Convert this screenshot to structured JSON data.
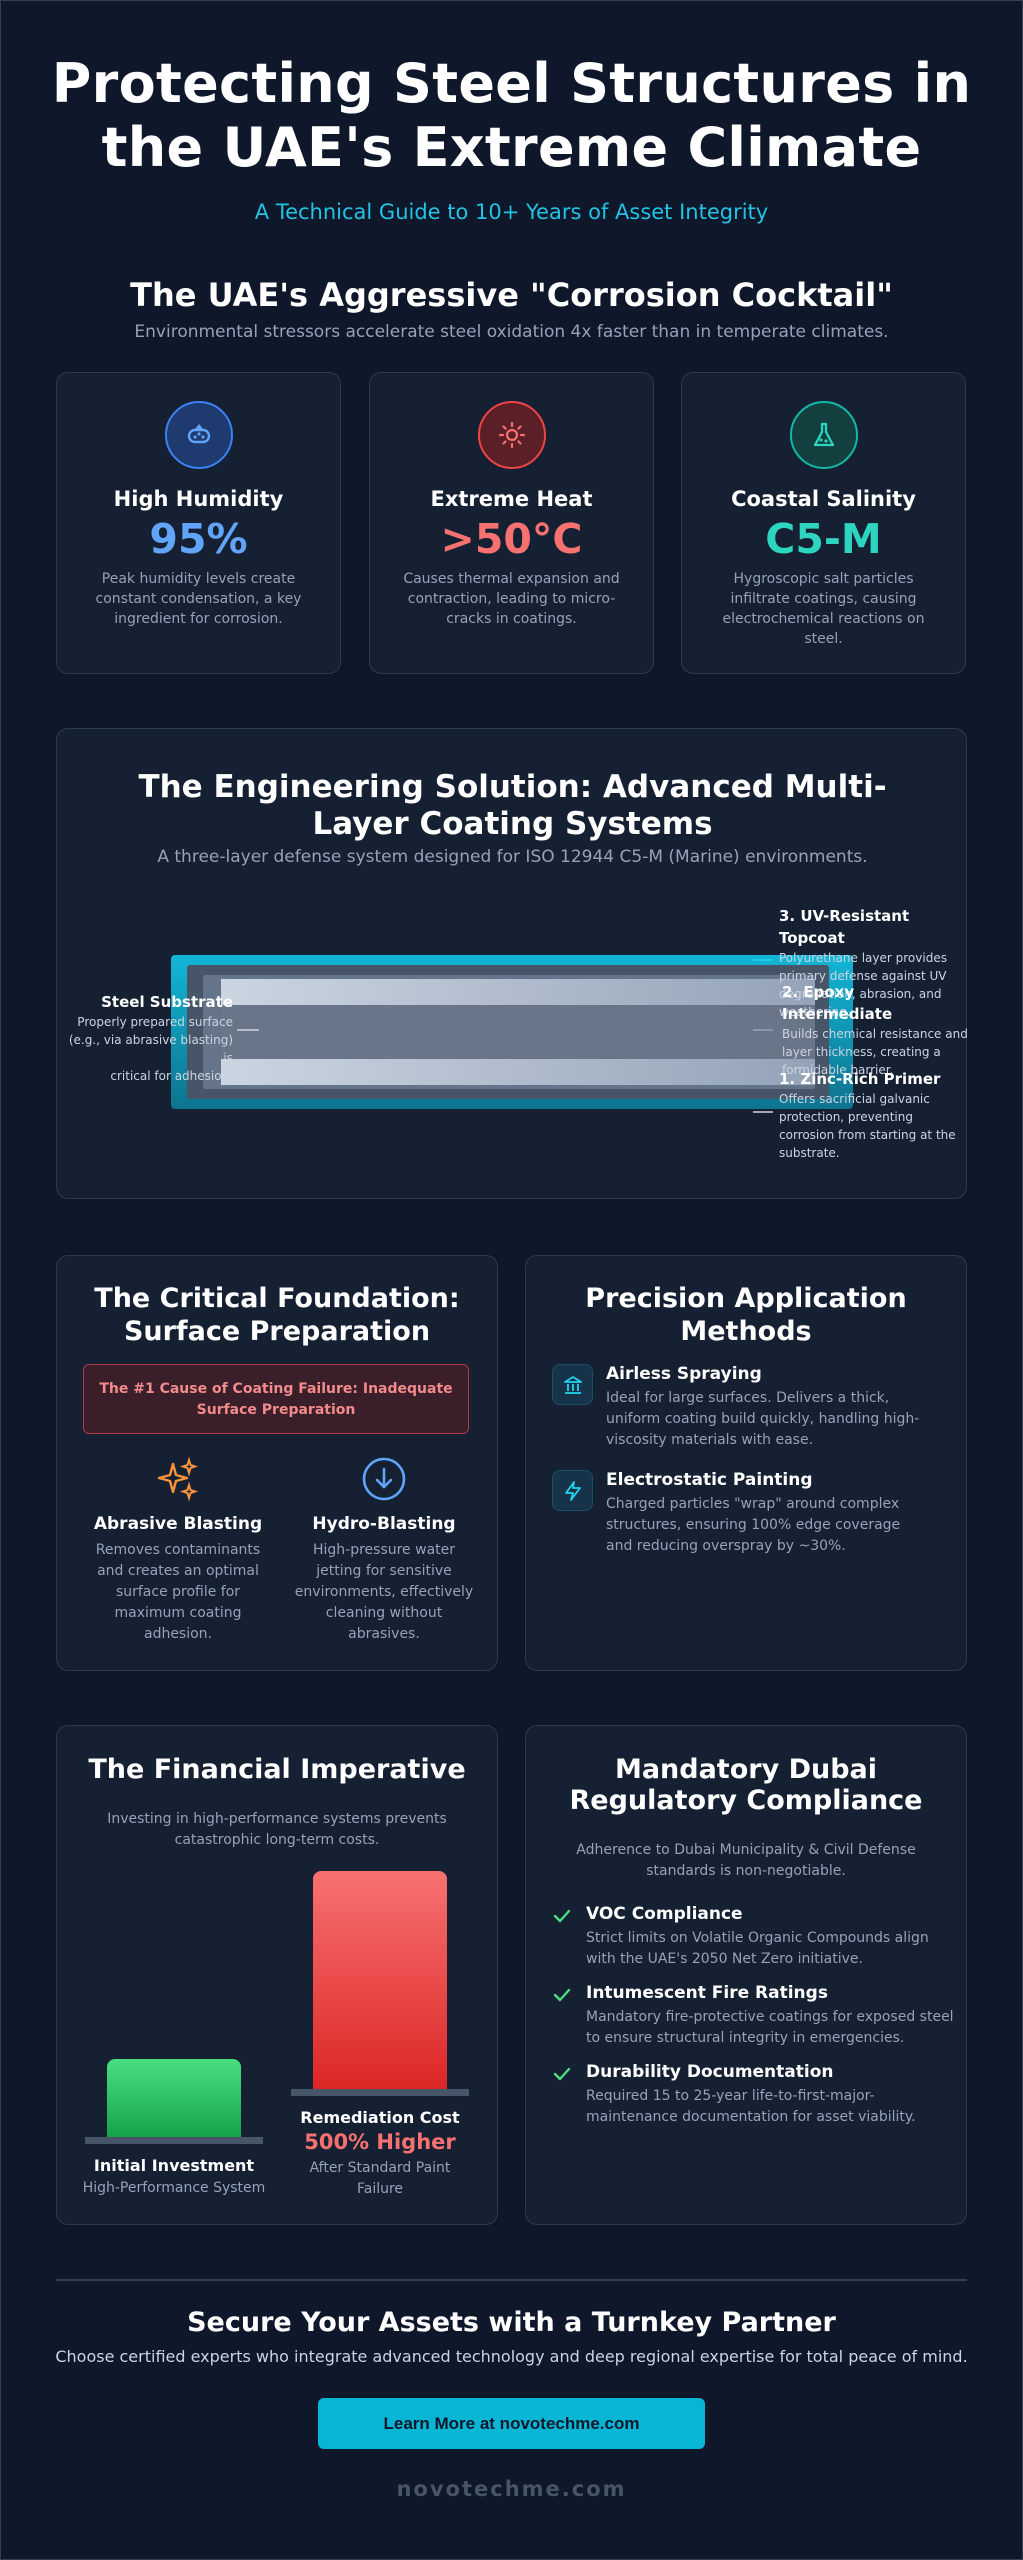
{
  "hero": {
    "title_line1": "Protecting Steel Structures in",
    "title_line2": "the UAE's Extreme Climate",
    "subtitle": "A Technical Guide to 10+ Years of Asset Integrity"
  },
  "threats": {
    "title": "The UAE's Aggressive \"Corrosion Cocktail\"",
    "subtitle": "Environmental stressors accelerate steel oxidation 4x faster than in temperate climates.",
    "items": [
      {
        "icon": "humidity-icon",
        "label": "High Humidity",
        "value": "95%",
        "color": "#60a5fa",
        "desc": "Peak humidity levels create constant condensation, a key ingredient for corrosion."
      },
      {
        "icon": "sun-icon",
        "label": "Extreme Heat",
        "value": ">50°C",
        "color": "#f87171",
        "desc": "Causes thermal expansion and contraction, leading to micro-cracks in coatings."
      },
      {
        "icon": "flask-icon",
        "label": "Coastal Salinity",
        "value": "C5-M",
        "color": "#2dd4bf",
        "desc": "Hygroscopic salt particles infiltrate coatings, causing electrochemical reactions on steel."
      }
    ]
  },
  "engineering": {
    "title_line1": "The Engineering Solution: Advanced Multi-",
    "title_line2": "Layer Coating Systems",
    "subtitle": "A three-layer defense system designed for ISO 12944 C5-M (Marine) environments.",
    "substrate": {
      "title": "Steel Substrate",
      "line1": "Properly prepared surface",
      "line2": "(e.g., via abrasive blasting) is",
      "line3": "critical for adhesion."
    },
    "layers": [
      {
        "title_line1": "3. UV-Resistant",
        "title_line2": "Topcoat",
        "desc_line1": "Polyurethane layer provides",
        "desc_line2": "primary defense against UV",
        "desc_line3": "degradation, abrasion, and",
        "desc_line4": "weathering."
      },
      {
        "title_line1": "2. Epoxy",
        "title_line2": "Intermediate",
        "desc_line1": "Builds chemical resistance and",
        "desc_line2": "layer thickness, creating a",
        "desc_line3": "formidable barrier."
      },
      {
        "title_line1": "1. Zinc-Rich Primer",
        "desc_line1": "Offers sacrificial galvanic",
        "desc_line2": "protection, preventing",
        "desc_line3": "corrosion from starting at the",
        "desc_line4": "substrate."
      }
    ]
  },
  "prep": {
    "title_line1": "The Critical Foundation:",
    "title_line2": "Surface Preparation",
    "alert_line1": "The #1 Cause of Coating Failure: Inadequate",
    "alert_line2": "Surface Preparation",
    "items": [
      {
        "icon": "sparkle-icon",
        "title": "Abrasive Blasting",
        "desc": "Removes contaminants and creates an optimal surface profile for maximum coating adhesion."
      },
      {
        "icon": "water-down-icon",
        "title": "Hydro-Blasting",
        "desc": "High-pressure water jetting for sensitive environments, effectively cleaning without abrasives."
      }
    ]
  },
  "application": {
    "title_line1": "Precision Application",
    "title_line2": "Methods",
    "items": [
      {
        "icon": "building-icon",
        "title": "Airless Spraying",
        "desc": "Ideal for large surfaces. Delivers a thick, uniform coating build quickly, handling high-viscosity materials with ease."
      },
      {
        "icon": "bolt-icon",
        "title": "Electrostatic Painting",
        "desc": "Charged particles \"wrap\" around complex structures, ensuring 100% edge coverage and reducing overspray by ~30%."
      }
    ]
  },
  "finance": {
    "title": "The Financial Imperative",
    "intro": "Investing in high-performance systems prevents catastrophic long-term costs.",
    "bars": [
      {
        "title": "Initial Investment",
        "caption": "High-Performance System",
        "relative_height": 0.36
      },
      {
        "title": "Remediation Cost",
        "highlight": "500% Higher",
        "caption_line1": "After Standard Paint",
        "caption_line2": "Failure",
        "relative_height": 1.0
      }
    ]
  },
  "compliance": {
    "title_line1": "Mandatory Dubai",
    "title_line2": "Regulatory Compliance",
    "intro": "Adherence to Dubai Municipality & Civil Defense standards is non-negotiable.",
    "items": [
      {
        "title": "VOC Compliance",
        "desc": "Strict limits on Volatile Organic Compounds align with the UAE's 2050 Net Zero initiative."
      },
      {
        "title": "Intumescent Fire Ratings",
        "desc": "Mandatory fire-protective coatings for exposed steel to ensure structural integrity in emergencies."
      },
      {
        "title": "Durability Documentation",
        "desc": "Required 15 to 25-year life-to-first-major-maintenance documentation for asset viability."
      }
    ]
  },
  "cta": {
    "title": "Secure Your Assets with a Turnkey Partner",
    "subtitle": "Choose certified experts who integrate advanced technology and deep regional expertise for total peace of mind.",
    "button": "Learn More at novotechme.com",
    "footer": "novotechme.com"
  },
  "colors": {
    "background": "#0f172a",
    "card": "#162033",
    "accent": "#07b6d5",
    "green": "#22c55e",
    "red": "#ef4444"
  }
}
